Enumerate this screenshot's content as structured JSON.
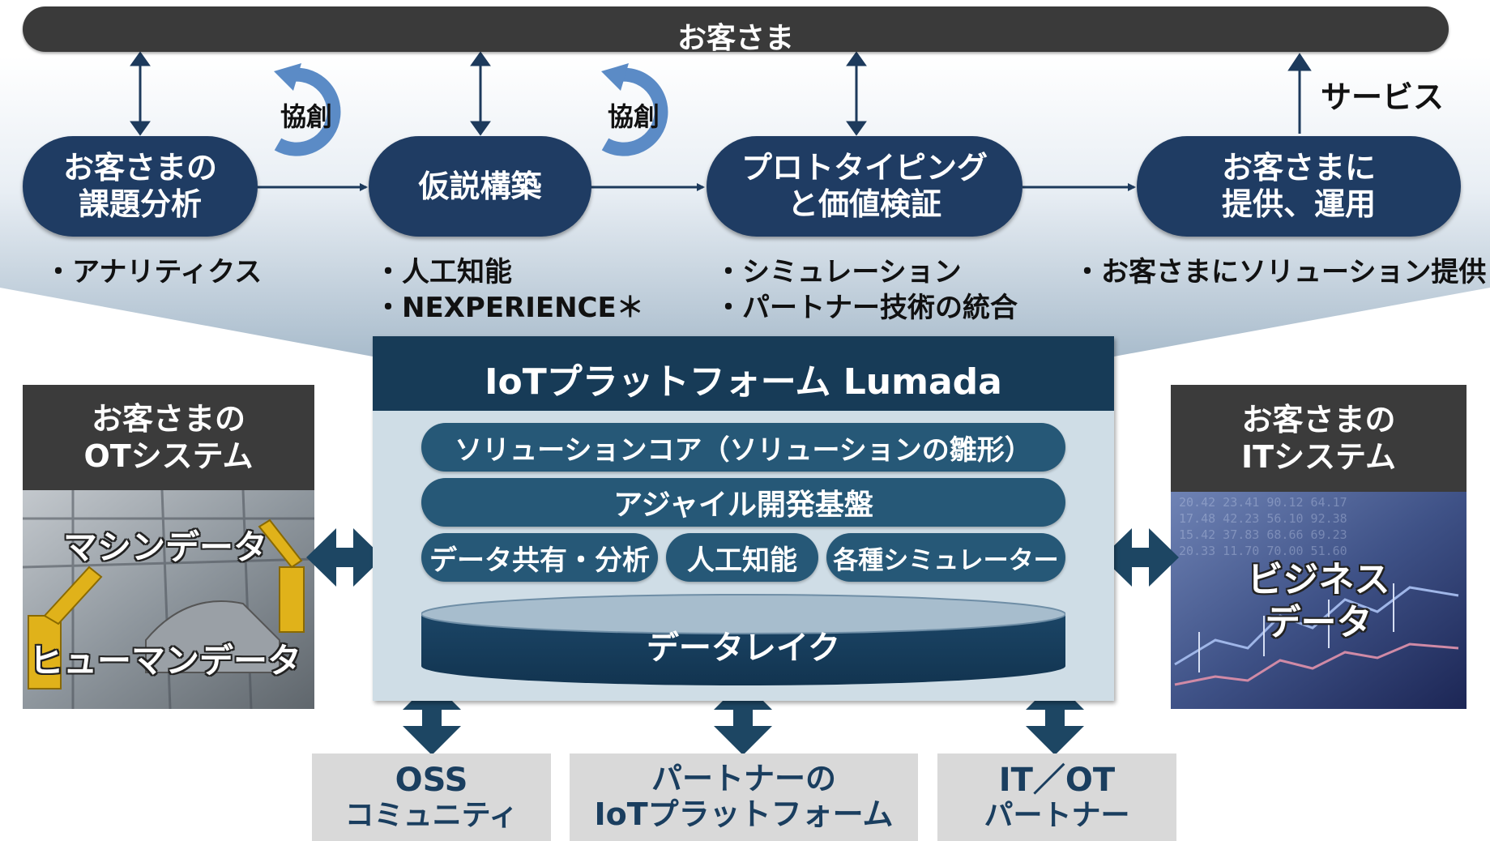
{
  "customer_bar": {
    "label": "お客さま"
  },
  "collab_label": "協創",
  "service_label": "サービス",
  "stages": [
    {
      "lines": [
        "お客さまの",
        "課題分析"
      ],
      "bullets": [
        "・アナリティクス"
      ]
    },
    {
      "lines": [
        "仮説構築"
      ],
      "bullets": [
        "・人工知能",
        "・NEXPERIENCE＊"
      ]
    },
    {
      "lines": [
        "プロトタイピング",
        "と価値検証"
      ],
      "bullets": [
        "・シミュレーション",
        "・パートナー技術の統合"
      ]
    },
    {
      "lines": [
        "お客さまに",
        "提供、運用"
      ],
      "bullets": [
        "・お客さまにソリューション提供"
      ]
    }
  ],
  "platform": {
    "title": "IoTプラットフォーム Lumada",
    "rows": [
      "ソリューションコア（ソリューションの雛形）",
      "アジャイル開発基盤"
    ],
    "small_pills": [
      "データ共有・分析",
      "人工知能",
      "各種シミュレーター"
    ],
    "data_lake": "データレイク"
  },
  "ot_system": {
    "title_lines": [
      "お客さまの",
      "OTシステム"
    ],
    "data_labels": [
      "マシンデータ",
      "ヒューマンデータ"
    ]
  },
  "it_system": {
    "title_lines": [
      "お客さまの",
      "ITシステム"
    ],
    "data_lines": [
      "ビジネス",
      "データ"
    ]
  },
  "partners": [
    {
      "lines": [
        "OSS",
        "コミュニティ"
      ]
    },
    {
      "lines": [
        "パートナーの",
        "IoTプラットフォーム"
      ]
    },
    {
      "lines": [
        "IT／OT",
        "パートナー"
      ]
    }
  ],
  "colors": {
    "navy": "#1f3c63",
    "platform_head": "#173b57",
    "platform_body": "#cfdde6",
    "pill": "#265877",
    "customer_bar": "#3a3a3a",
    "arrow": "#1d4663"
  }
}
